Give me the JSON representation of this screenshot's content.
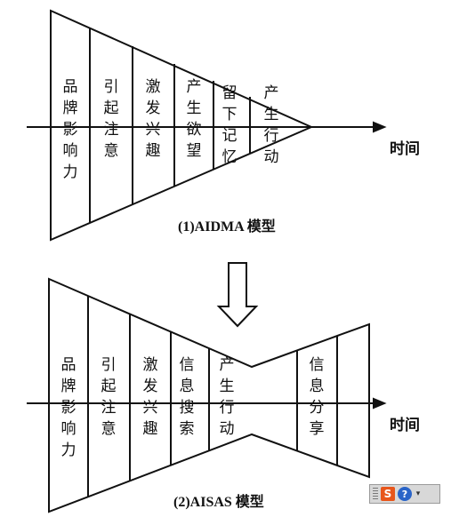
{
  "aidma": {
    "caption": "(1)AIDMA 模型",
    "stages": [
      "品牌影响力",
      "引起注意",
      "激发兴趣",
      "产生欲望",
      "留下记忆",
      "产生行动"
    ]
  },
  "aisas": {
    "caption": "(2)AISAS 模型",
    "stages": [
      "品牌影响力",
      "引起注意",
      "激发兴趣",
      "信息搜索",
      "产生行动",
      "信息分享"
    ]
  },
  "axis_label": "时间",
  "ime_toolbar": {
    "logo": "S",
    "help": "?",
    "menu": "▾"
  }
}
